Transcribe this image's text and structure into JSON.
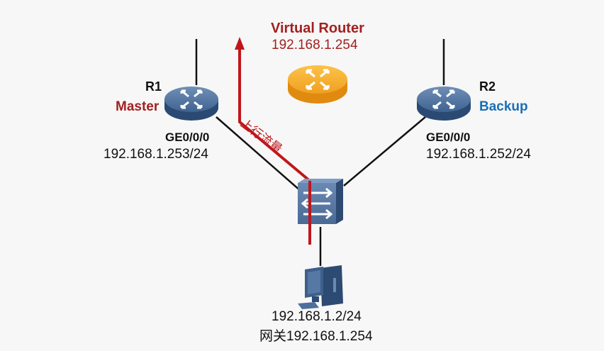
{
  "virtual_router": {
    "title": "Virtual Router",
    "ip": "192.168.1.254",
    "color": "#f0a020"
  },
  "r1": {
    "name": "R1",
    "role": "Master",
    "role_color": "#a32020",
    "interface": "GE0/0/0",
    "ip": "192.168.1.253/24"
  },
  "r2": {
    "name": "R2",
    "role": "Backup",
    "role_color": "#1a6fb5",
    "interface": "GE0/0/0",
    "ip": "192.168.1.252/24"
  },
  "flow": {
    "label": "上行流量",
    "color": "#c0161b"
  },
  "pc": {
    "ip": "192.168.1.2/24",
    "gateway": "网关192.168.1.254"
  },
  "device_color": "#3d5f8a"
}
